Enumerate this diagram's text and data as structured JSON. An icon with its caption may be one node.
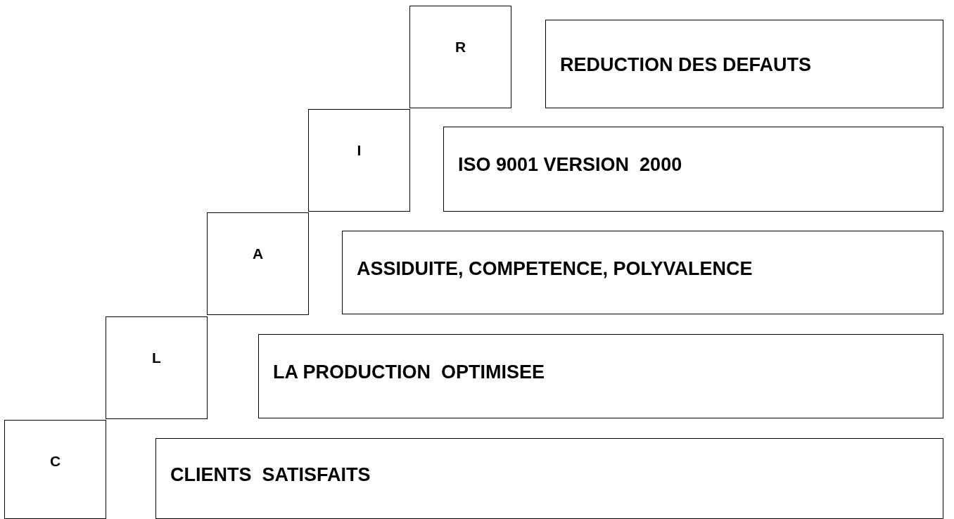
{
  "diagram": {
    "nodes": [
      {
        "text": [
          "R"
        ]
      },
      {
        "text": [
          "REDUCTION DES DEFAUTS"
        ]
      },
      {
        "text": [
          "I"
        ]
      },
      {
        "text": [
          "ISO 9001 VERSION  2000"
        ]
      },
      {
        "text": [
          "A"
        ]
      },
      {
        "text": [
          "ASSIDUITE, COMPETENCE, POLYVALENCE"
        ]
      },
      {
        "text": [
          "L"
        ]
      },
      {
        "text": [
          "LA PRODUCTION  OPTIMISEE"
        ]
      },
      {
        "text": [
          "C"
        ]
      },
      {
        "text": [
          "CLIENTS  SATISFAITS"
        ]
      }
    ]
  }
}
